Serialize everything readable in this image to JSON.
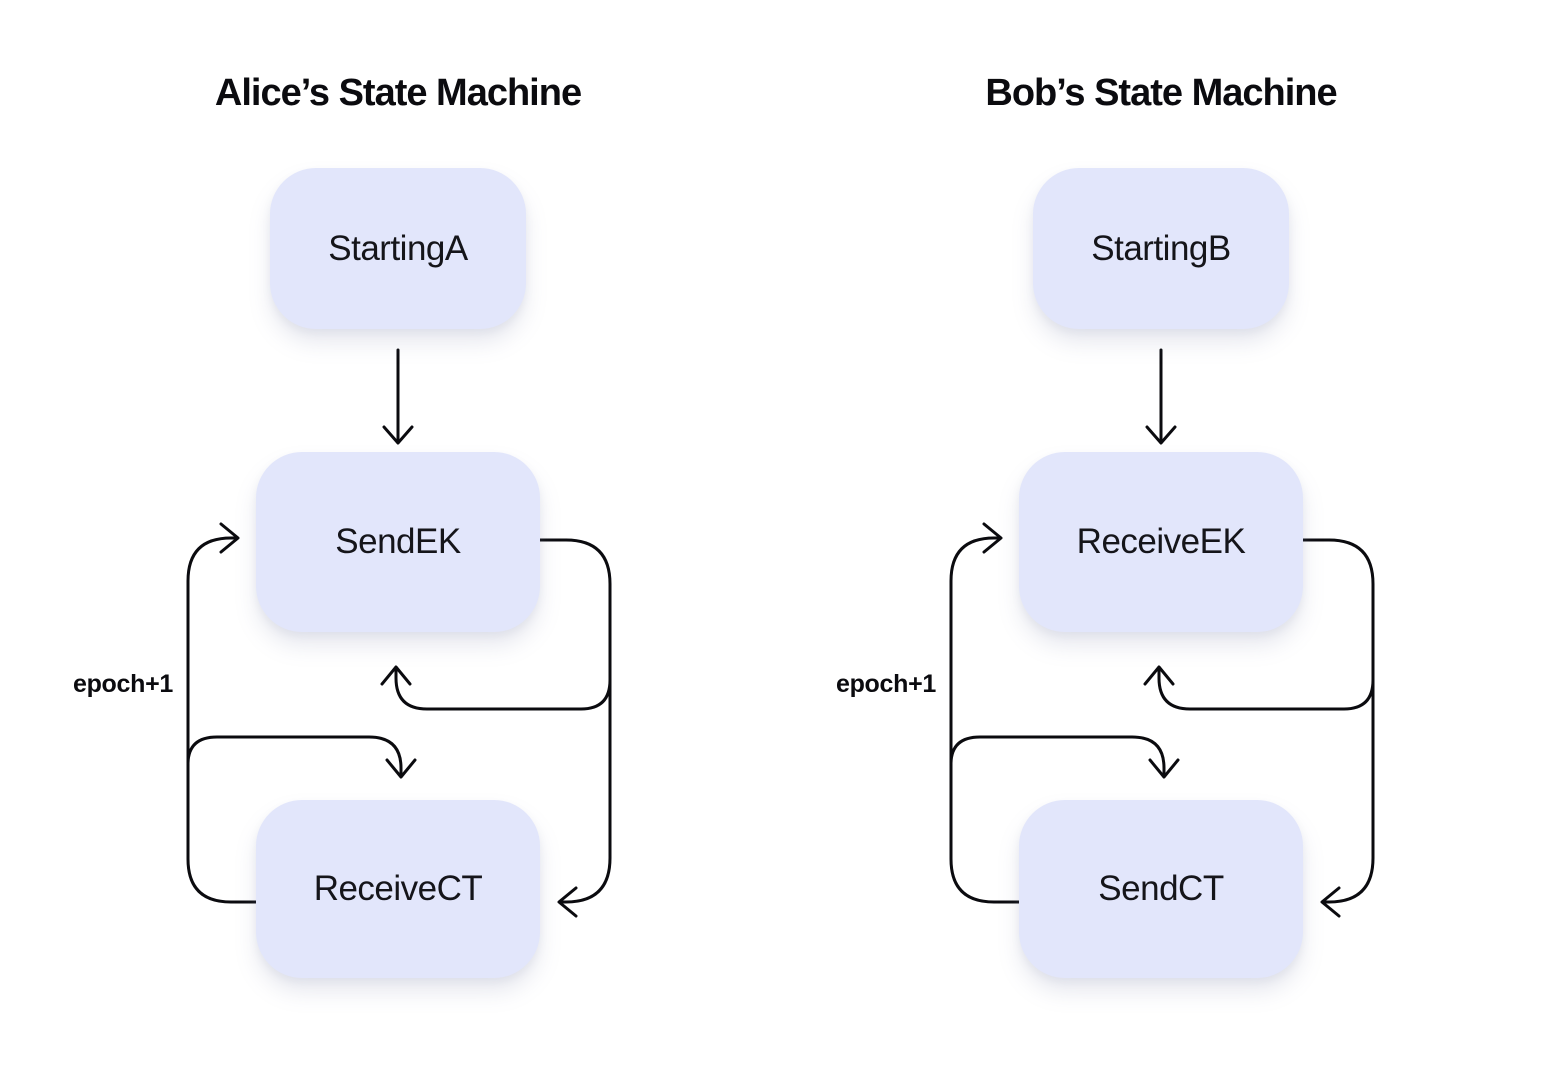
{
  "machines": [
    {
      "title": "Alice’s State Machine",
      "states": {
        "start": "StartingA",
        "middle": "SendEK",
        "bottom": "ReceiveCT"
      },
      "edge_label": "epoch+1"
    },
    {
      "title": "Bob’s State Machine",
      "states": {
        "start": "StartingB",
        "middle": "ReceiveEK",
        "bottom": "SendCT"
      },
      "edge_label": "epoch+1"
    }
  ],
  "style": {
    "state_fill": "#e2e6fb",
    "arrow_color": "#0b0b0f",
    "background": "#ffffff",
    "text_color": "#0b0b0f"
  }
}
